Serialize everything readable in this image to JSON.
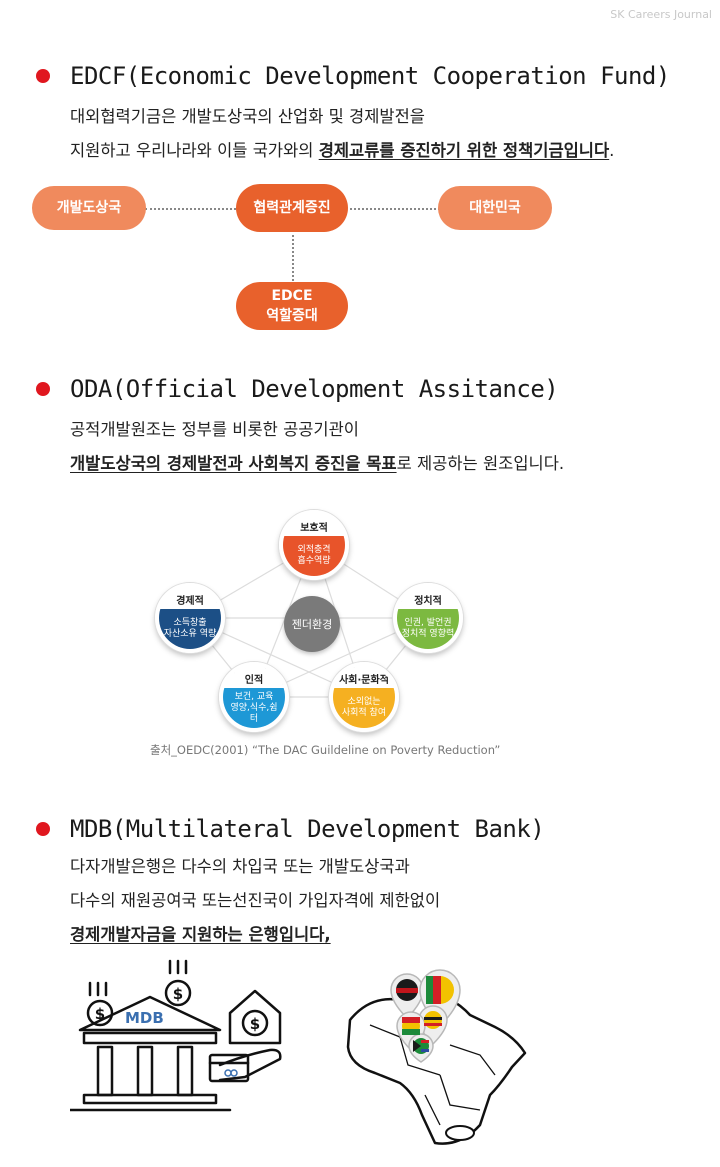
{
  "watermark": "SK Careers Journal",
  "edcf": {
    "heading": "EDCF(Economic Development Cooperation Fund)",
    "line1": "대외협력기금은 개발도상국의 산업화 및 경제발전을",
    "line2_plain": "지원하고 우리나라와 이들 국가와의 ",
    "line2_emph": "경제교류를 증진하기 위한 정책기금입니다",
    "line2_end": ".",
    "diagram": {
      "left": "개발도상국",
      "center": "협력관계증진",
      "right": "대한민국",
      "bottom_line1": "EDCE",
      "bottom_line2": "역할증대",
      "colors": {
        "light": "#f08a5d",
        "dark": "#e8612c"
      }
    }
  },
  "oda": {
    "heading": "ODA(Official Development Assitance)",
    "line1": "공적개발원조는 정부를 비롯한 공공기관이",
    "line2_emph": "개발도상국의 경제발전과 사회복지 증진을 목표",
    "line2_end": "로 제공하는 원조입니다.",
    "diagram": {
      "center": "젠더환경",
      "nodes": [
        {
          "id": "protect",
          "title": "보호적",
          "line1": "외적충격",
          "line2": "흡수역량",
          "color": "#e8542a"
        },
        {
          "id": "politic",
          "title": "정치적",
          "line1": "인권, 발언권",
          "line2": "정치적 영향력",
          "color": "#7cb940"
        },
        {
          "id": "social",
          "title": "사회·문화적",
          "line1": "소외없는",
          "line2": "사회적 참여",
          "color": "#f5b021"
        },
        {
          "id": "human",
          "title": "인적",
          "line1": "보건, 교육",
          "line2": "영양,식수,쉼터",
          "color": "#1e98d6"
        },
        {
          "id": "economic",
          "title": "경제적",
          "line1": "소득창출",
          "line2": "자산소유 역량",
          "color": "#1c4f86"
        }
      ]
    },
    "caption": "출처_OEDC(2001) “The DAC Guildeline on Poverty Reduction”"
  },
  "mdb": {
    "heading": "MDB(Multilateral Development Bank)",
    "line1": "다자개발은행은 다수의 차입국 또는 개발도상국과",
    "line2": "다수의 재원공여국 또는선진국이 가입자격에 제한없이",
    "line3_emph": "경제개발자금을 지원하는 은행입니다,",
    "bank_label": "MDB",
    "icons": [
      "bank-icon",
      "dollar-coin-icon",
      "house-dollar-icon",
      "africa-map-icon",
      "flag-pin-icon"
    ]
  }
}
